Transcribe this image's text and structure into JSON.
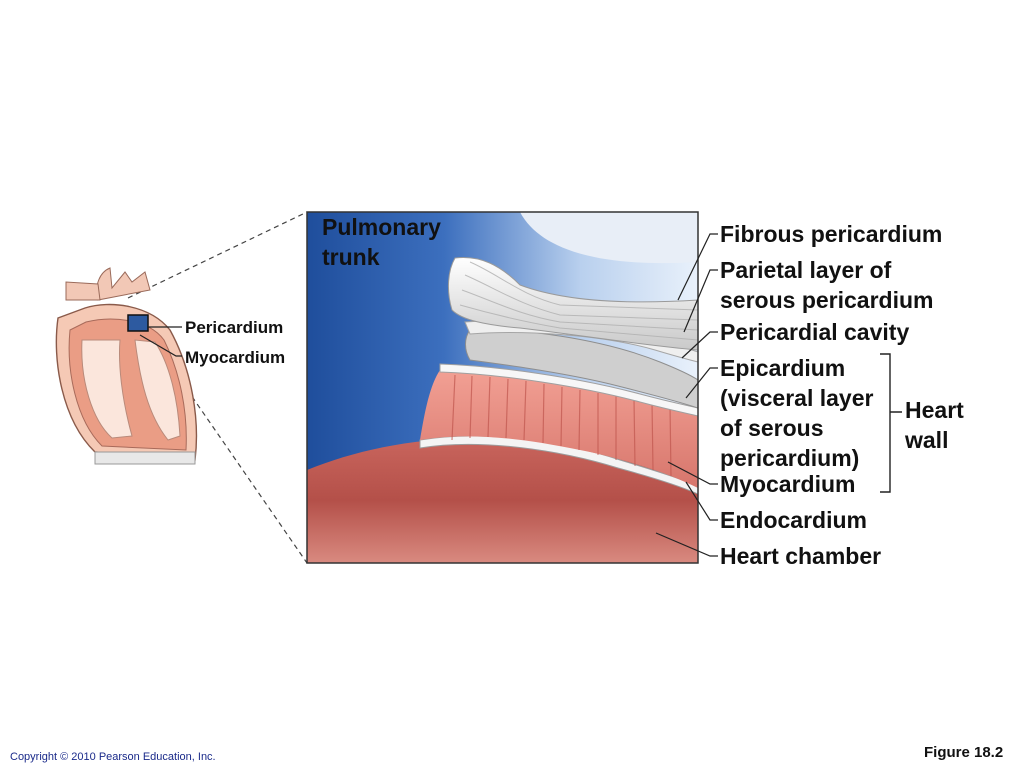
{
  "labels": {
    "pulmonary_trunk": [
      "Pulmonary",
      "trunk"
    ],
    "pericardium": "Pericardium",
    "myocardium_small": "Myocardium",
    "fibrous_pericardium": "Fibrous pericardium",
    "parietal_layer": [
      "Parietal layer of",
      "serous pericardium"
    ],
    "pericardial_cavity": "Pericardial cavity",
    "epicardium": [
      "Epicardium",
      "(visceral layer",
      "of serous",
      "pericardium)"
    ],
    "heart_wall": [
      "Heart",
      "wall"
    ],
    "myocardium": "Myocardium",
    "endocardium": "Endocardium",
    "heart_chamber": "Heart chamber"
  },
  "footer": {
    "copyright": "Copyright © 2010 Pearson Education, Inc.",
    "figure": "Figure 18.2"
  },
  "colors": {
    "blue_dark": "#2c5aa8",
    "blue_light": "#cfe0f5",
    "muscle": "#e58a80",
    "muscle_dark": "#c25a52",
    "chamber": "#b7554f",
    "membrane": "#eeeeee"
  }
}
